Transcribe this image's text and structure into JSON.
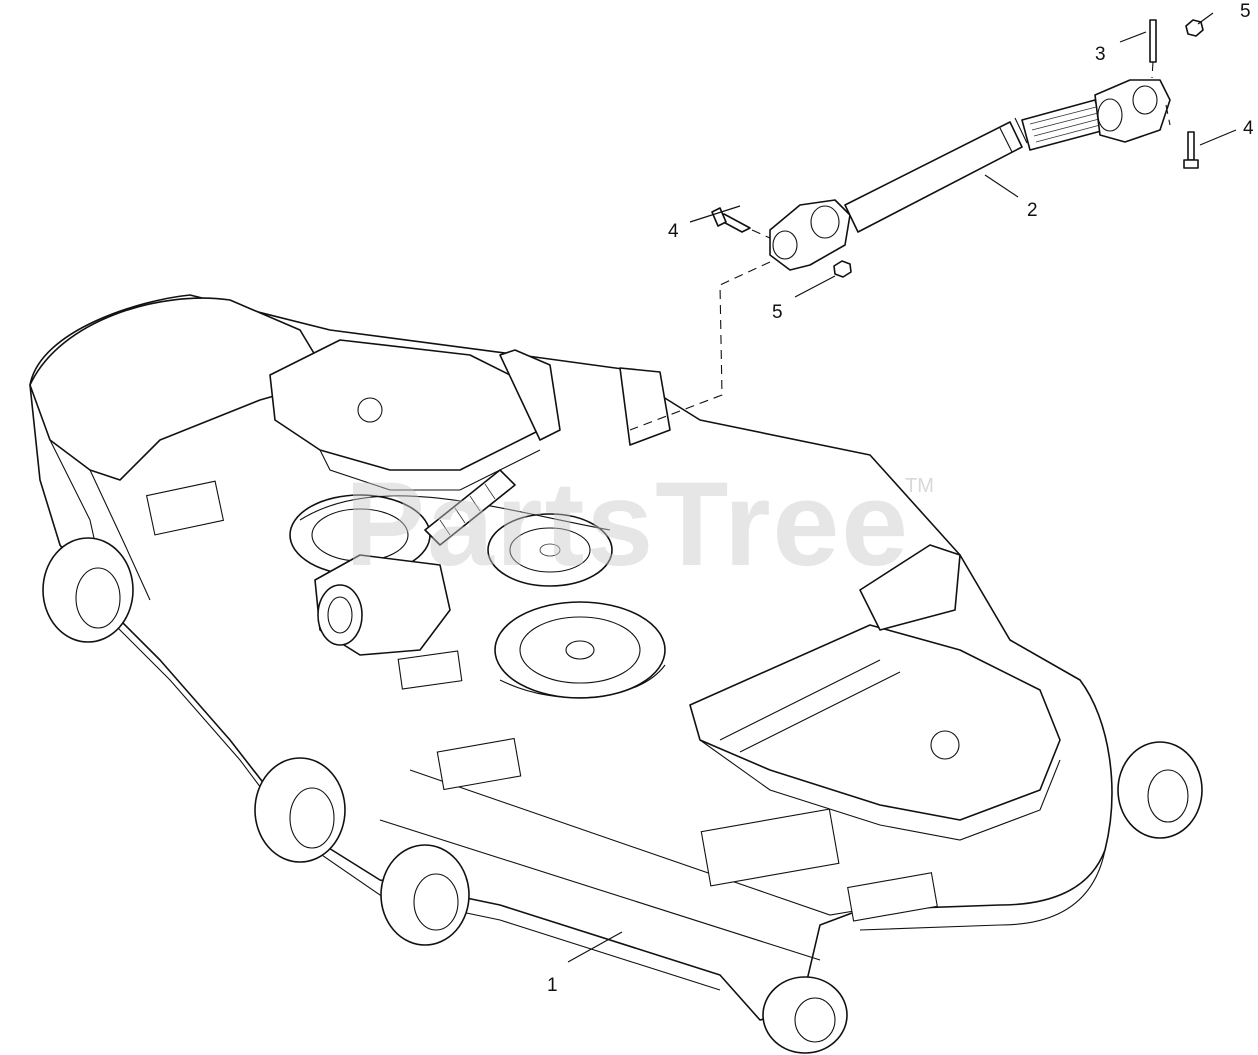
{
  "watermark": {
    "text": "PartsTree",
    "trademark": "TM"
  },
  "callouts": [
    {
      "id": "c1",
      "label": "1",
      "part": "mower deck assembly"
    },
    {
      "id": "c2",
      "label": "2",
      "part": "drive shaft"
    },
    {
      "id": "c3",
      "label": "3",
      "part": "pin"
    },
    {
      "id": "c4a",
      "label": "4",
      "part": "bolt"
    },
    {
      "id": "c4b",
      "label": "4",
      "part": "bolt"
    },
    {
      "id": "c5a",
      "label": "5",
      "part": "nut"
    },
    {
      "id": "c5b",
      "label": "5",
      "part": "nut"
    }
  ]
}
